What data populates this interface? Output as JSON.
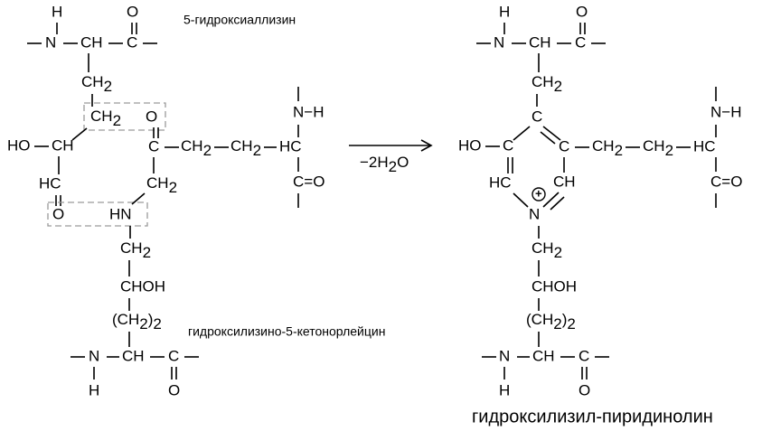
{
  "reaction": {
    "reactant_top_name": "5-гидроксиаллизин",
    "reactant_bottom_name": "гидроксилизино-5-кетонорлейцин",
    "product_name": "гидроксилизил-пиридинолин",
    "byproduct": {
      "prefix": "−2H",
      "subscript": "2",
      "suffix": "O"
    }
  },
  "groups": {
    "H": "H",
    "N": "N",
    "NH": "HN",
    "NH_right": "N−H",
    "CH": "CH",
    "C": "C",
    "O": "O",
    "C_eq_O": "C=O",
    "HC": "HC",
    "HO": "HO",
    "CH2": "CH",
    "CHOH": "CHOH",
    "CH2_n_open": "(CH",
    "CH2_n_close": ")",
    "n": "2",
    "sub2": "2",
    "plus": "+"
  }
}
